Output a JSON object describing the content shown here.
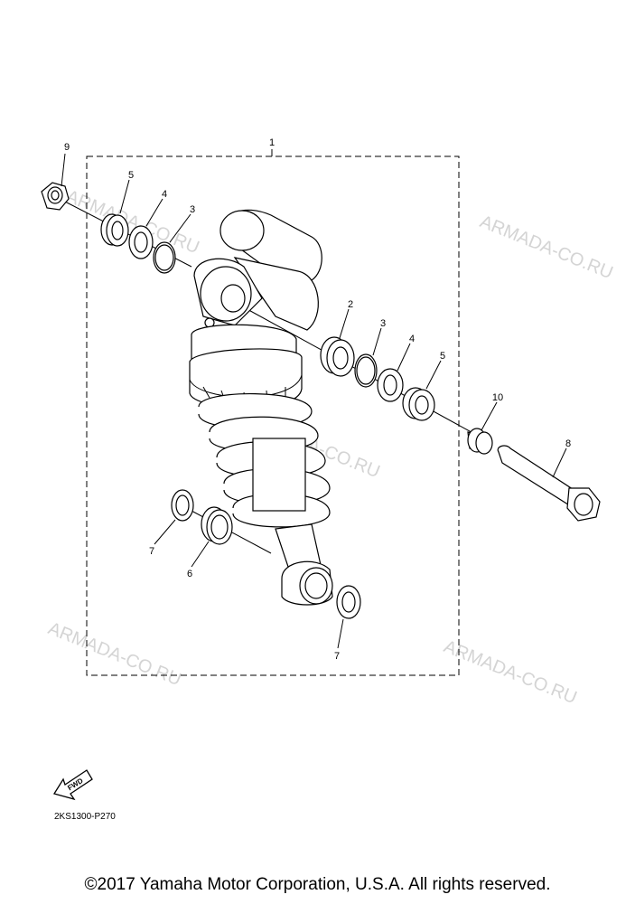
{
  "callouts": {
    "c1": "1",
    "c2": "2",
    "c3a": "3",
    "c3b": "3",
    "c4a": "4",
    "c4b": "4",
    "c5a": "5",
    "c5b": "5",
    "c6": "6",
    "c7a": "7",
    "c7b": "7",
    "c8": "8",
    "c9": "9",
    "c10": "10"
  },
  "watermarks": [
    "ARMADA-CO.RU",
    "ARMADA-CO.RU",
    "ARMADA-CO.RU",
    "ARMADA-CO.RU",
    "ARMADA-CO.RU"
  ],
  "fwd_label": "FWD",
  "diagram_code": "2KS1300-P270",
  "copyright": "©2017 Yamaha Motor Corporation, U.S.A. All rights reserved."
}
